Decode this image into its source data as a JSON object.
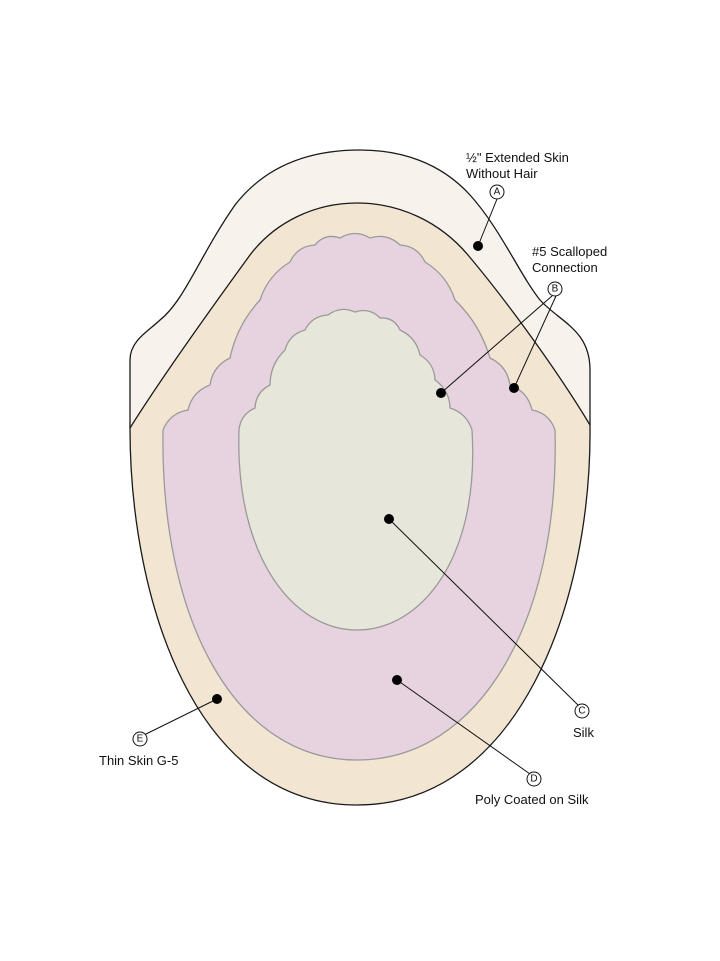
{
  "colors": {
    "extended_skin": "#f7f3ec",
    "thin_skin": "#f2e6d3",
    "poly_coated": "#e7d3df",
    "silk": "#e6e6da",
    "outline": "#1a1a1a",
    "inner_outline": "#9a9a9a"
  },
  "callouts": {
    "a": {
      "badge": "A",
      "line1": "½\" Extended Skin",
      "line2": "Without Hair"
    },
    "b": {
      "badge": "B",
      "line1": "#5 Scalloped",
      "line2": "Connection"
    },
    "c": {
      "badge": "C",
      "line1": "Silk"
    },
    "d": {
      "badge": "D",
      "line1": "Poly Coated on Silk"
    },
    "e": {
      "badge": "E",
      "line1": "Thin Skin G-5"
    }
  }
}
